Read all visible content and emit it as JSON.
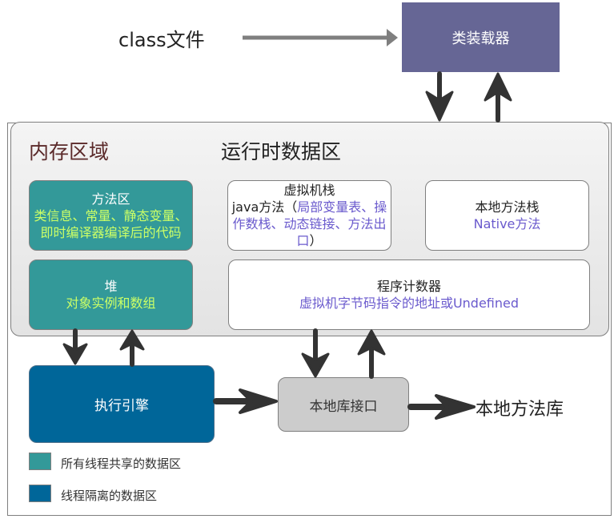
{
  "input": {
    "label": "class文件"
  },
  "class_loader": {
    "label": "类装载器"
  },
  "memory_area": {
    "title": "内存区域",
    "runtime_title": "运行时数据区",
    "method_area": {
      "name": "方法区",
      "desc": "类信息、常量、静态变量、即时编译器编译后的代码"
    },
    "vm_stack": {
      "name": "虚拟机栈",
      "prefix": "java方法（",
      "desc": "局部变量表、操作数栈、动态链接、方法出口",
      "suffix": "）"
    },
    "native_stack": {
      "name": "本地方法栈",
      "desc": "Native方法"
    },
    "heap": {
      "name": "堆",
      "desc": "对象实例和数组"
    },
    "pc_register": {
      "name": "程序计数器",
      "desc": "虚拟机字节码指令的地址或Undefined"
    }
  },
  "execution_engine": {
    "label": "执行引擎"
  },
  "native_interface": {
    "label": "本地库接口"
  },
  "native_library": {
    "label": "本地方法库"
  },
  "legend": [
    {
      "label": "所有线程共享的数据区",
      "color": "#339999"
    },
    {
      "label": "线程隔离的数据区",
      "color": "#006699"
    }
  ],
  "colors": {
    "class_loader": "#666695",
    "shared": "#339999",
    "isolated": "#006699",
    "native_interface": "#cccccc",
    "highlight_text": "#ccff66",
    "detail_text": "#6a5acd"
  }
}
